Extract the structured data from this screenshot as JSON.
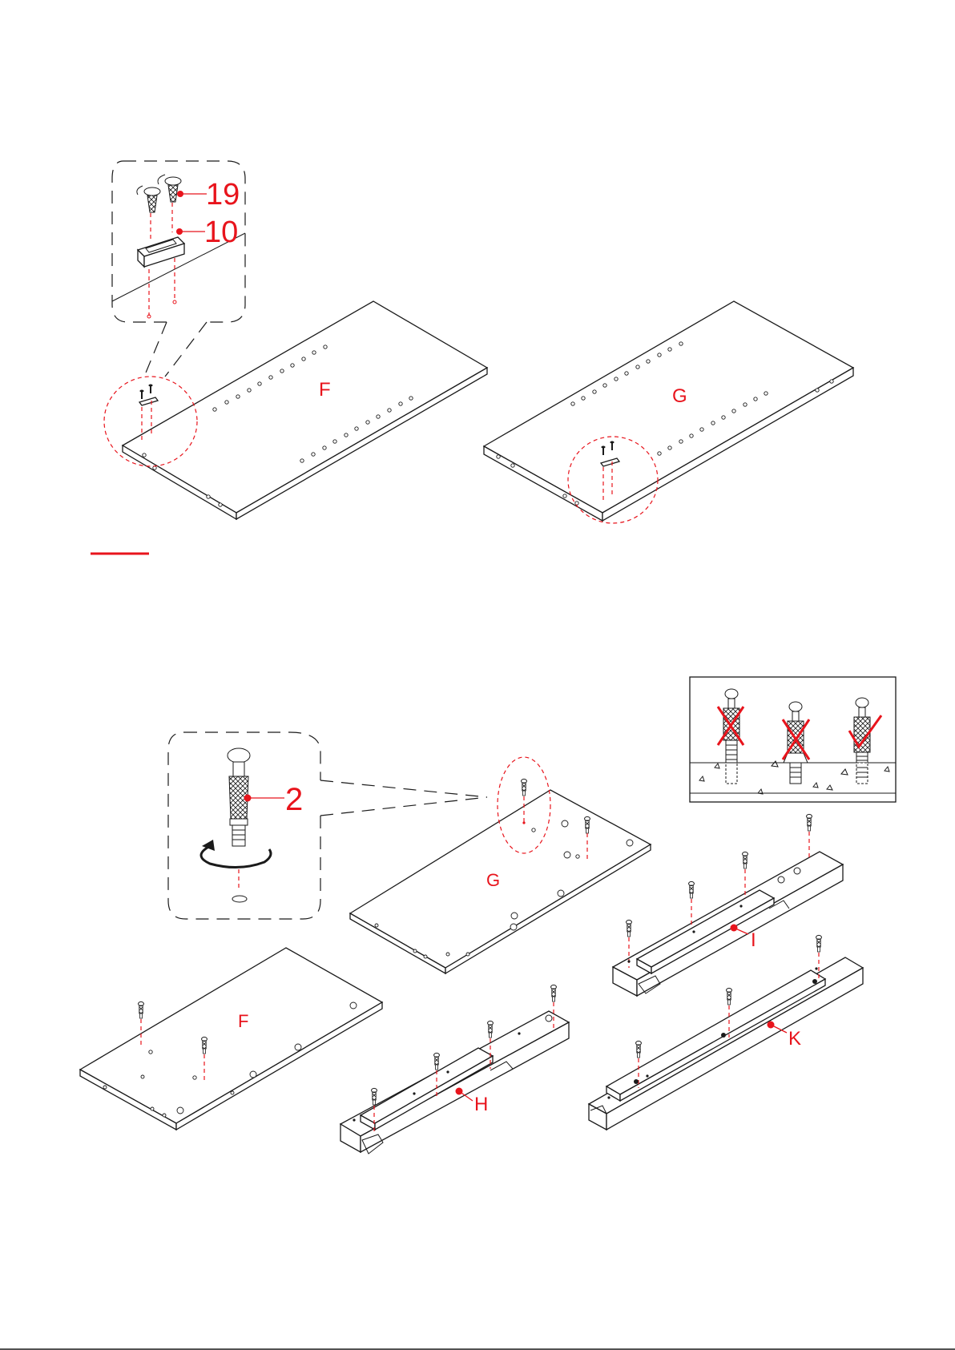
{
  "labels": {
    "part_19": "19",
    "part_10": "10",
    "part_2": "2",
    "panel_f_top": "F",
    "panel_g_top": "G",
    "panel_g_bottom": "G",
    "panel_f_bottom": "F",
    "rail_h": "H",
    "rail_i": "I",
    "rail_k": "K"
  },
  "colors": {
    "accent": "#e8141c",
    "line": "#1a1a1a",
    "background": "#ffffff"
  },
  "icons": {
    "screw": "wood-screw-icon",
    "cam_pin": "cam-dowel-icon",
    "correct": "check-mark-icon",
    "wrong": "x-mark-icon",
    "rotate": "rotate-arrow-icon"
  }
}
